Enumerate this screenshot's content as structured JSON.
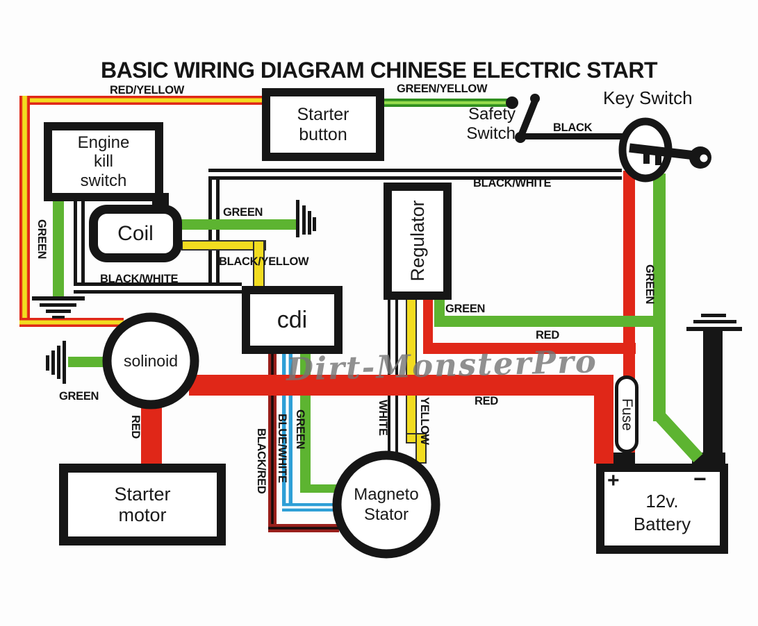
{
  "title": "BASIC WIRING DIAGRAM CHINESE ELECTRIC START",
  "watermark": "Dirt-MonsterPro",
  "components": {
    "starter_button": "Starter button",
    "engine_kill_switch": "Engine kill switch",
    "coil": "Coil",
    "regulator": "Regulator",
    "cdi": "cdi",
    "solinoid": "solinoid",
    "starter_motor": "Starter motor",
    "magneto_stator": "Magneto Stator",
    "battery": "12v. Battery",
    "battery_plus": "+",
    "battery_minus": "−",
    "fuse": "Fuse",
    "key_switch": "Key Switch",
    "safety_switch": "Safety Switch"
  },
  "wire_labels": {
    "red_yellow": "RED/YELLOW",
    "green_yellow": "GREEN/YELLOW",
    "black": "BLACK",
    "black_white_top": "BLACK/WHITE",
    "black_white_left": "BLACK/WHITE",
    "green_kill_switch": "GREEN",
    "green_coil": "GREEN",
    "black_yellow": "BLACK/YELLOW",
    "green_solinoid": "GREEN",
    "red_starter_motor": "RED",
    "green_regulator": "GREEN",
    "red_regulator": "RED",
    "red_battery": "RED",
    "green_key_switch": "GREEN",
    "black_red": "BLACK/RED",
    "blue_white": "BLUE/WHITE",
    "green_cdi": "GREEN",
    "white": "WHITE",
    "yellow": "YELLOW"
  },
  "colors": {
    "red": "#e02718",
    "green": "#5db431",
    "yellow": "#f2dc20",
    "blue": "#2e9fd6",
    "dark_red": "#9a201c",
    "wire_black": "#161616",
    "green_dark": "#2f8f1f",
    "green_light": "#9ade4e",
    "watermark_gray": "#757575"
  }
}
